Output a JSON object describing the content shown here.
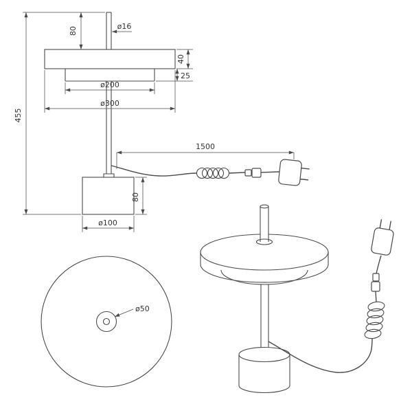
{
  "front_view": {
    "dim_pole_diameter": "ø16",
    "dim_pole_top_height": "80",
    "dim_shade_height": "40",
    "dim_shade_recess": "25",
    "dim_inner_diameter": "ø200",
    "dim_shade_diameter": "ø300",
    "dim_total_height": "455",
    "dim_cable_length": "1500",
    "dim_base_height": "80",
    "dim_base_diameter": "ø100"
  },
  "top_view": {
    "dim_hole_diameter": "ø50"
  }
}
